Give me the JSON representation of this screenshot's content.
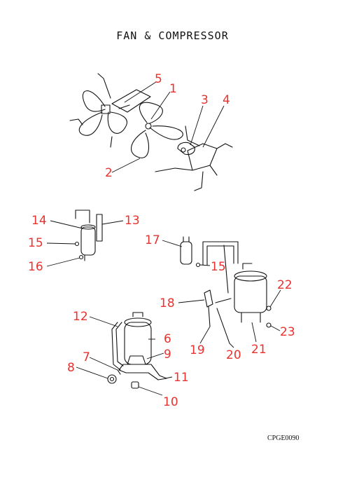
{
  "title": "FAN & COMPRESSOR",
  "drawing_code": "CPGE0090",
  "callout_color": "#e8322f",
  "callouts": [
    "1",
    "2",
    "3",
    "4",
    "5",
    "6",
    "7",
    "8",
    "9",
    "10",
    "11",
    "12",
    "13",
    "14",
    "15",
    "15",
    "16",
    "17",
    "18",
    "19",
    "20",
    "21",
    "22",
    "23"
  ]
}
